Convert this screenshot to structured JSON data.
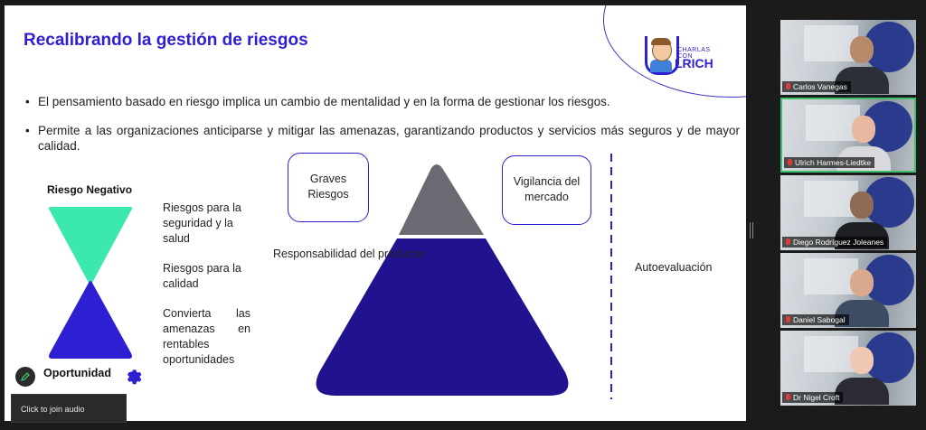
{
  "slide": {
    "title": "Recalibrando la gestión de riesgos",
    "logo_small": "CHARLAS CON",
    "logo_big": "LRICH",
    "bullets": [
      "El pensamiento basado en riesgo implica un cambio de mentalidad y en la forma de gestionar los riesgos.",
      "Permite a las organizaciones anticiparse y mitigar las amenazas, garantizando productos y servicios más seguros y de mayor calidad."
    ],
    "bullet_glyph": "•",
    "riesgo_negativo": "Riesgo Negativo",
    "oportunidad": "Oportunidad",
    "risks": [
      "Riesgos para la seguridad y la salud",
      "Riesgos para la calidad",
      "Convierta las amenazas en rentables oportunidades"
    ],
    "bubble_left": "Graves Riesgos",
    "bubble_right": "Vigilancia del mercado",
    "responsabilidad": "Responsabilidad del productor",
    "autoevaluacion": "Autoevaluación",
    "colors": {
      "title": "#2d1fd2",
      "hourglass_top": "#3be8b0",
      "hourglass_bottom": "#2d1fd2",
      "pyramid_top": "#6b6a72",
      "pyramid_bottom": "#21138f"
    }
  },
  "audio_button": "Click to join audio",
  "participants": [
    {
      "name": "Carlos Vanegas",
      "skin": "#b88a6c",
      "shirt": "#2c2f38",
      "active": false
    },
    {
      "name": "Ulrich Harmes-Liedtke",
      "skin": "#e6b9a0",
      "shirt": "#d7d9dd",
      "active": true
    },
    {
      "name": "Diego Rodríguez Joleanes",
      "skin": "#8f6a55",
      "shirt": "#1d1f24",
      "active": false
    },
    {
      "name": "Daniel Sabogal",
      "skin": "#d9a98d",
      "shirt": "#3e4c63",
      "active": false
    },
    {
      "name": "Dr Nigel Croft",
      "skin": "#f0c7b3",
      "shirt": "#2a2b33",
      "active": false
    }
  ]
}
